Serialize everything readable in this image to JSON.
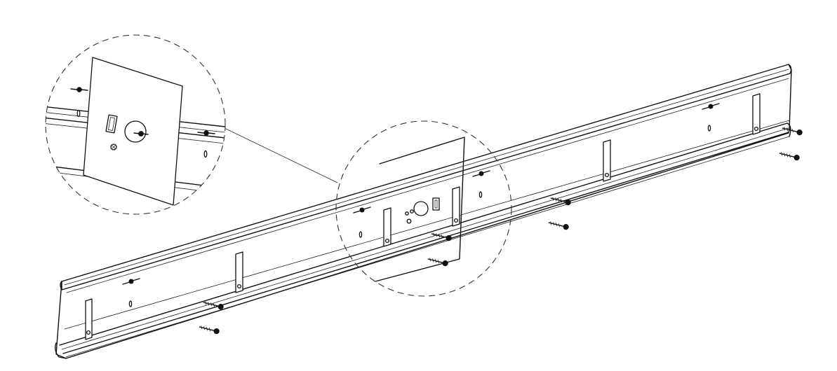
{
  "diagram": {
    "ink_color": "#111111",
    "background_color": "#ffffff",
    "parts": [
      "mounting-rail",
      "junction-box-plate",
      "detail-callout-circle",
      "rail-clip",
      "mounting-screw"
    ]
  }
}
